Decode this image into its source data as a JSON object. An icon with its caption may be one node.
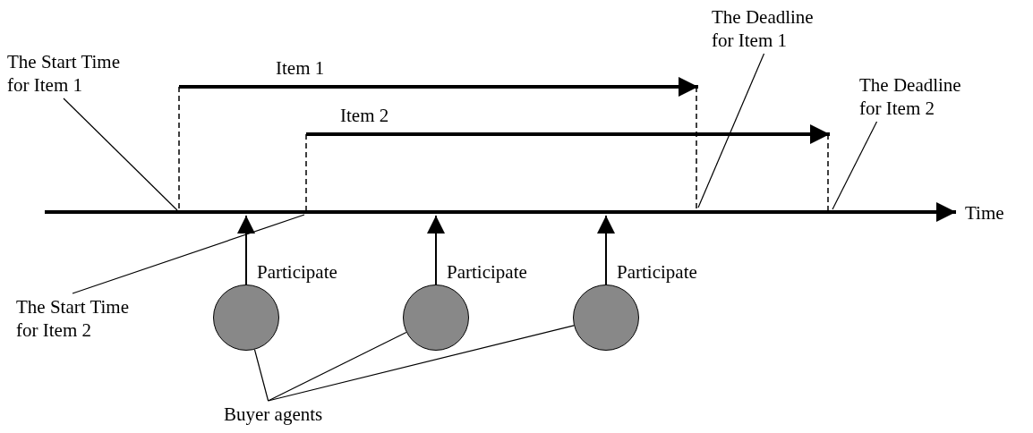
{
  "diagram": {
    "nodes": [
      {
        "text": [
          "The Start Time for Item 1"
        ]
      },
      {
        "text": [
          "The Deadline for Item 1"
        ]
      },
      {
        "text": [
          "The Deadline for Item 2"
        ]
      },
      {
        "text": [
          "The Start Time for Item 2"
        ]
      },
      {
        "text": [],
        "shape": "circle"
      },
      {
        "text": [],
        "shape": "circle"
      },
      {
        "text": [],
        "shape": "circle"
      },
      {
        "text": [
          "Buyer agents"
        ]
      }
    ],
    "edges": [
      {
        "from": 0,
        "to": null,
        "arrow": "none"
      },
      {
        "from": 1,
        "to": null,
        "arrow": "none"
      },
      {
        "from": 2,
        "to": null,
        "arrow": "none"
      },
      {
        "from": 3,
        "to": null,
        "arrow": "none"
      },
      {
        "from": 4,
        "to": null,
        "arrow": "to",
        "label": "Participate"
      },
      {
        "from": 5,
        "to": null,
        "arrow": "to",
        "label": "Participate"
      },
      {
        "from": 6,
        "to": null,
        "arrow": "to",
        "label": "Participate"
      },
      {
        "from": 7,
        "to": 4,
        "arrow": "none"
      },
      {
        "from": 7,
        "to": 5,
        "arrow": "none"
      },
      {
        "from": 7,
        "to": 6,
        "arrow": "none"
      }
    ],
    "labels": [
      "Item 1",
      "Item 2",
      "Time"
    ]
  }
}
